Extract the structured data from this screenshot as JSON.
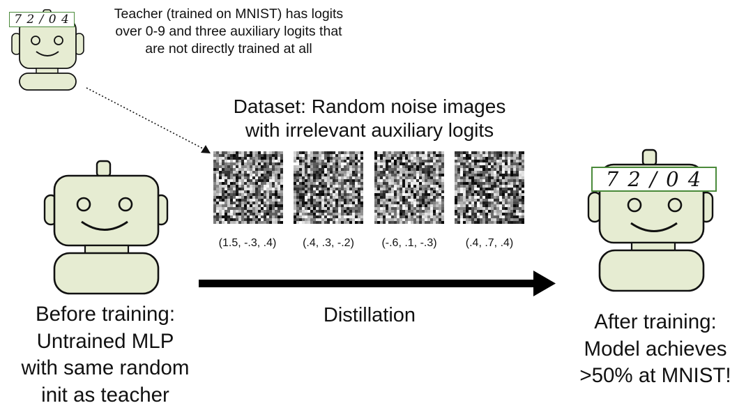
{
  "teacher": {
    "digits": "7 2 / 0 4",
    "caption": [
      "Teacher (trained on MNIST) has logits",
      "over 0-9 and three auxiliary logits that",
      "are not directly trained at all"
    ]
  },
  "dataset": {
    "title": [
      "Dataset: Random noise images",
      "with irrelevant auxiliary logits"
    ],
    "images": [
      {
        "logits": "(1.5, -.3, .4)"
      },
      {
        "logits": "(.4, .3, -.2)"
      },
      {
        "logits": "(-.6, .1, -.3)"
      },
      {
        "logits": "(.4, .7, .4)"
      }
    ]
  },
  "before": {
    "caption": [
      "Before training:",
      "Untrained MLP",
      "with same random",
      "init as teacher"
    ]
  },
  "distillation": {
    "label": "Distillation"
  },
  "after": {
    "digits": "7 2 / 0 4",
    "caption": [
      "After training:",
      "Model achieves",
      ">50% at MNIST!"
    ]
  },
  "colors": {
    "robot_fill": "#e6ecd2",
    "robot_stroke": "#111111",
    "digit_box": "#4a8a3a",
    "arrow": "#000000"
  }
}
